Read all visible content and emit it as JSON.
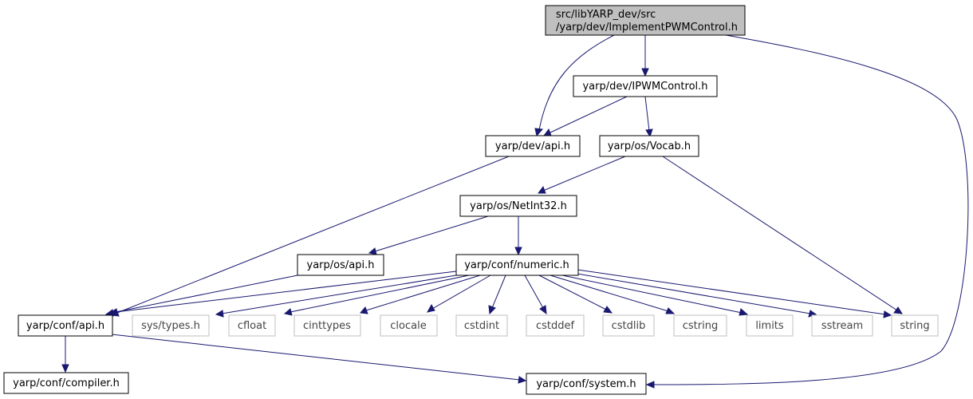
{
  "colors": {
    "edge": "#191970",
    "root_fill": "#bfbfbf",
    "node_border": "#000000",
    "external_border": "#bfbfbf",
    "background": "#ffffff"
  },
  "root": {
    "line1": "src/libYARP_dev/src",
    "line2": "/yarp/dev/ImplementPWMControl.h"
  },
  "nodes": {
    "ipwm": "yarp/dev/IPWMControl.h",
    "devapi": "yarp/dev/api.h",
    "vocab": "yarp/os/Vocab.h",
    "netint": "yarp/os/NetInt32.h",
    "osapi": "yarp/os/api.h",
    "numeric": "yarp/conf/numeric.h",
    "confapi": "yarp/conf/api.h",
    "compiler": "yarp/conf/compiler.h",
    "system": "yarp/conf/system.h"
  },
  "external": {
    "systypes": "sys/types.h",
    "cfloat": "cfloat",
    "cinttypes": "cinttypes",
    "clocale": "clocale",
    "cstdint": "cstdint",
    "cstddef": "cstddef",
    "cstdlib": "cstdlib",
    "cstring": "cstring",
    "limits": "limits",
    "sstream": "sstream",
    "string": "string"
  }
}
